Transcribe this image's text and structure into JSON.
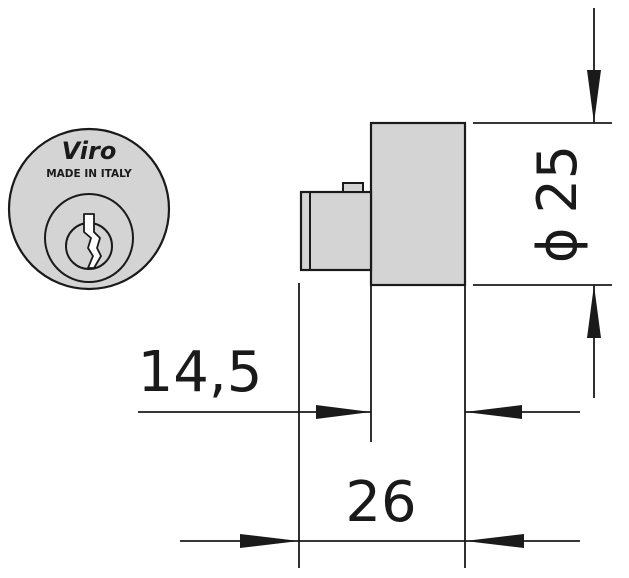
{
  "logo": {
    "brand": "Viro",
    "origin": "MADE IN ITALY"
  },
  "dimensions": {
    "diameter_symbol": "ϕ",
    "diameter": "25",
    "protrusion": "14,5",
    "total_length": "26"
  },
  "colors": {
    "part_fill": "#d4d4d4",
    "line": "#1a1a1a",
    "background": "#ffffff"
  }
}
